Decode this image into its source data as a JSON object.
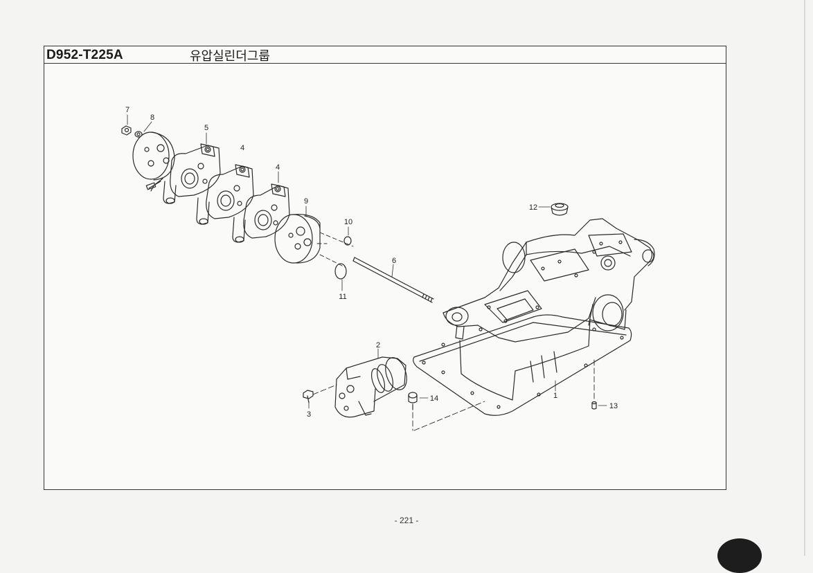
{
  "header": {
    "code": "D952-T225A",
    "title": "유압실린더그룹"
  },
  "callouts": [
    {
      "id": "c7",
      "label": "7"
    },
    {
      "id": "c8",
      "label": "8"
    },
    {
      "id": "c5",
      "label": "5"
    },
    {
      "id": "c4a",
      "label": "4"
    },
    {
      "id": "c4b",
      "label": "4"
    },
    {
      "id": "c9",
      "label": "9"
    },
    {
      "id": "c10",
      "label": "10"
    },
    {
      "id": "c11",
      "label": "11"
    },
    {
      "id": "c6",
      "label": "6"
    },
    {
      "id": "c12",
      "label": "12"
    },
    {
      "id": "c2",
      "label": "2"
    },
    {
      "id": "c3",
      "label": "3"
    },
    {
      "id": "c14",
      "label": "14"
    },
    {
      "id": "c1",
      "label": "1"
    },
    {
      "id": "c13",
      "label": "13"
    }
  ],
  "footer": {
    "page_number": "- 221 -"
  }
}
